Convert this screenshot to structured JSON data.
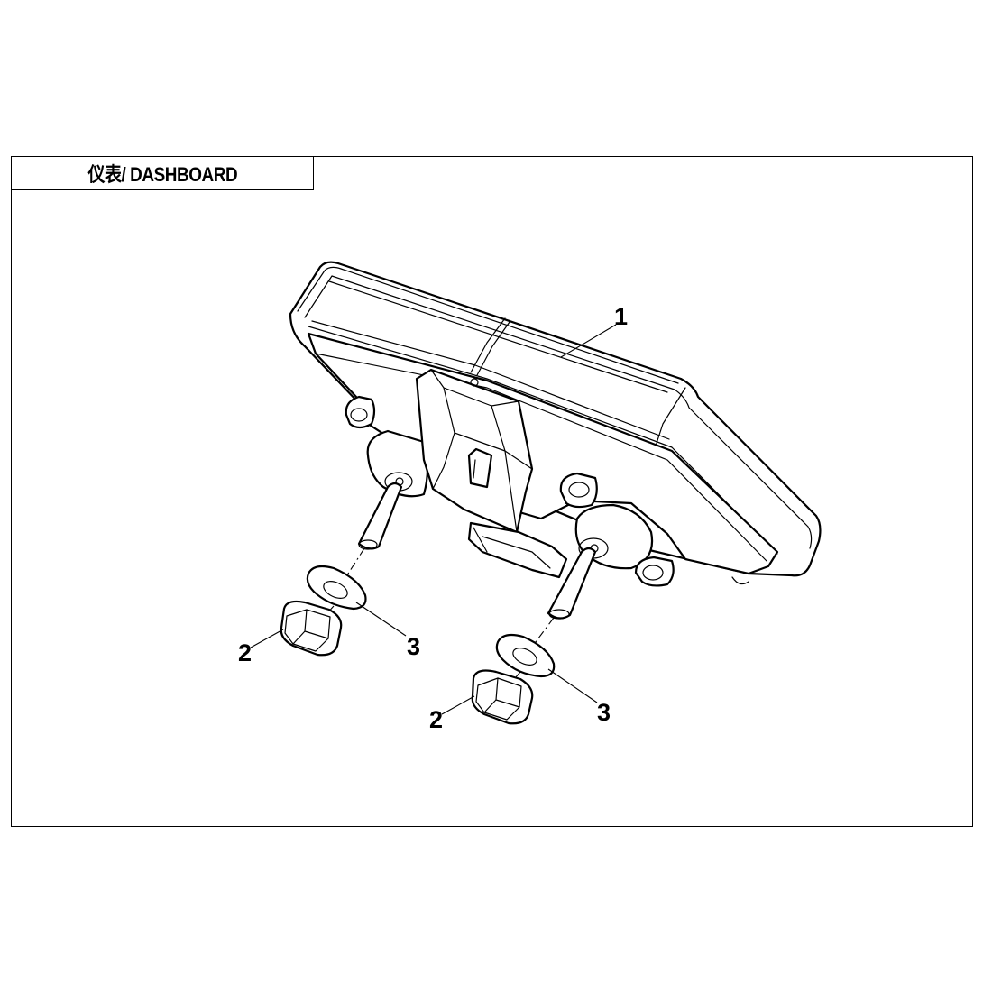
{
  "title": "仪表/ DASHBOARD",
  "callouts": [
    {
      "id": "c1",
      "label": "1"
    },
    {
      "id": "c2a",
      "label": "2"
    },
    {
      "id": "c3a",
      "label": "3"
    },
    {
      "id": "c2b",
      "label": "2"
    },
    {
      "id": "c3b",
      "label": "3"
    }
  ],
  "colors": {
    "line": "#000000",
    "background": "#ffffff"
  }
}
